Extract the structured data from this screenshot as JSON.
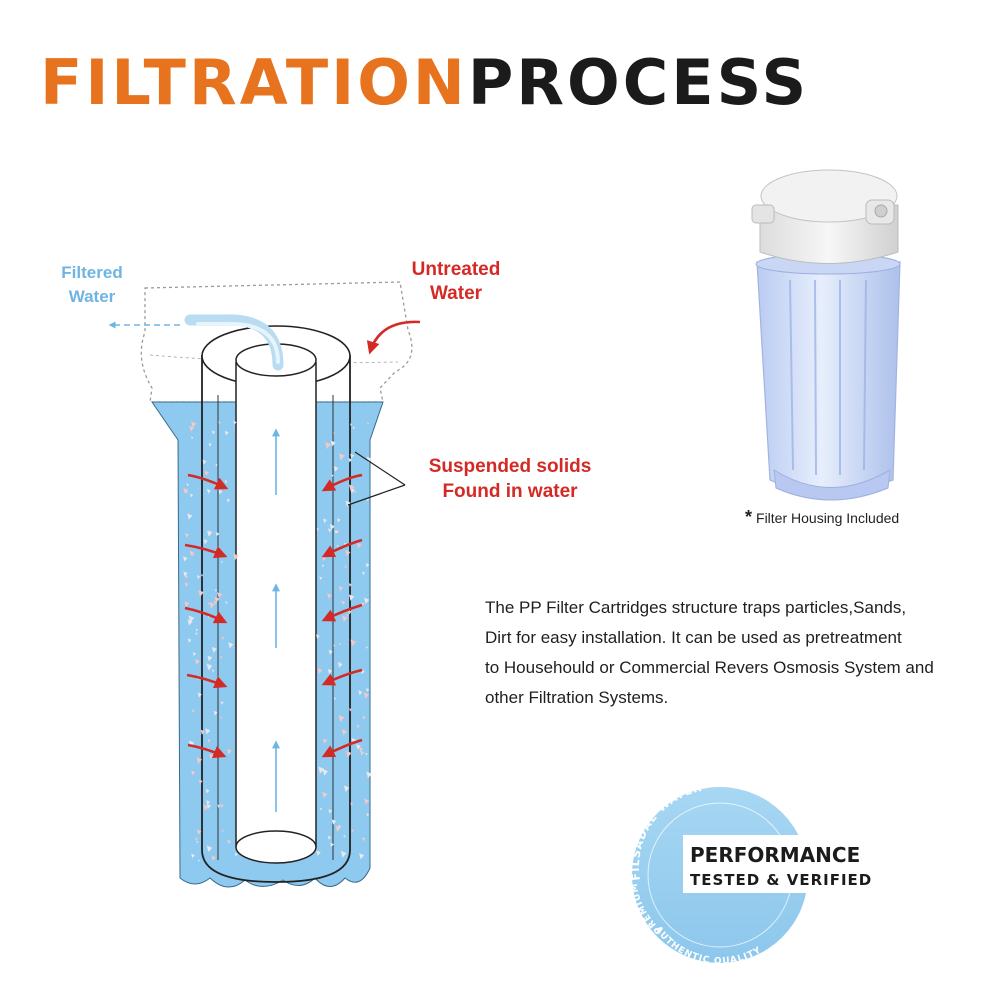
{
  "title": {
    "part1": "FILTRATION",
    "part2": "PROCESS"
  },
  "colors": {
    "accent": "#e8731e",
    "dark": "#1b1b1b",
    "water": "#8ec9ef",
    "flow_red": "#d42a25",
    "flow_blue": "#6eb5e3",
    "seal": "#9bd0f0"
  },
  "labels": {
    "filtered_line1": "Filtered",
    "filtered_line2": "Water",
    "untreated_line1": "Untreated",
    "untreated_line2": "Water",
    "solids_line1": "Suspended solids",
    "solids_line2": "Found in water"
  },
  "housing_caption": {
    "star": "*",
    "text": "Filter Housing Included"
  },
  "description": [
    "The PP Filter Cartridges structure traps particles,Sands,",
    "Dirt for easy installation. It can be used as pretreatment",
    "to Househould or Commercial Revers Osmosis System and",
    "other Filtration Systems."
  ],
  "seal": {
    "top_arc": "FILSADAE WATER",
    "left_arc": "PREMIUM",
    "bottom_arc": "AUTHENTIC QUALITY",
    "line1": "PERFORMANCE",
    "line2": "TESTED & VERIFIED"
  }
}
